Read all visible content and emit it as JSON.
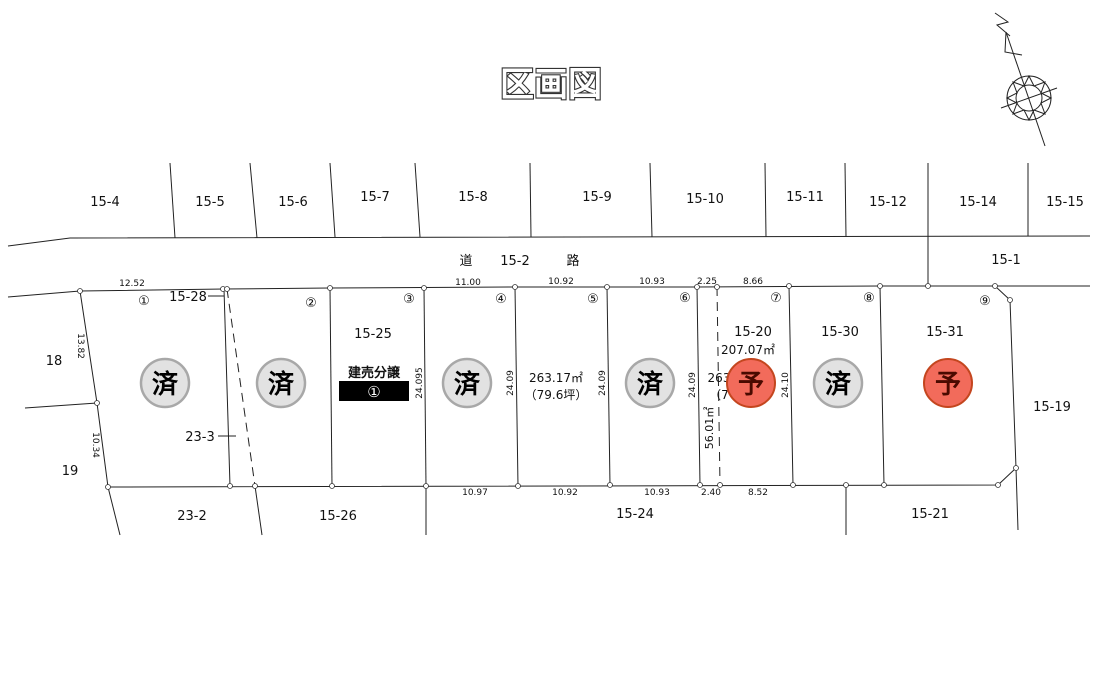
{
  "title": "区画図",
  "north": "N",
  "road": {
    "left": "道",
    "number": "15-2",
    "right": "路",
    "east": "15-1"
  },
  "top_lots": [
    "15-4",
    "15-5",
    "15-6",
    "15-7",
    "15-8",
    "15-9",
    "15-10",
    "15-11",
    "15-12",
    "15-14",
    "15-15"
  ],
  "neighbors": {
    "n18": "18",
    "n19": "19",
    "n23_2": "23-2",
    "n23_3": "23-3",
    "n15_26": "15-26",
    "n15_24": "15-24",
    "n15_21": "15-21",
    "n15_19": "15-19",
    "n15_28": "15-28"
  },
  "lot_numbers": [
    "①",
    "②",
    "③",
    "④",
    "⑤",
    "⑥",
    "⑦",
    "⑧",
    "⑨"
  ],
  "parcels": {
    "p3": "15-25",
    "p7": "15-20",
    "p8": "15-30",
    "p9": "15-31"
  },
  "areas": {
    "lot5_area": "263.17㎡",
    "lot5_tsubo": "（79.6坪）",
    "lot6_area_partial": "263",
    "lot6_tsubo_partial": "（7",
    "lot7_area": "207.07㎡",
    "strip_area": "56.01㎡"
  },
  "dimensions": {
    "top": [
      "12.52",
      "11.00",
      "10.92",
      "10.93",
      "2.25",
      "8.66"
    ],
    "bottom": [
      "10.97",
      "10.92",
      "10.93",
      "2.40",
      "8.52"
    ],
    "side": [
      "13.82",
      "10.34",
      "24.095",
      "24.09",
      "24.09",
      "24.09",
      "24.10"
    ]
  },
  "badge": {
    "line1": "建売分譲",
    "line2": "①"
  },
  "status": {
    "sold": "済",
    "reserved": "予"
  },
  "colors": {
    "sold_fill": "#e2e2e2",
    "sold_border": "#a8a8a8",
    "reserved_fill": "#f26b5b",
    "reserved_border": "#c4461f",
    "reserved_text": "#4a0a00"
  }
}
